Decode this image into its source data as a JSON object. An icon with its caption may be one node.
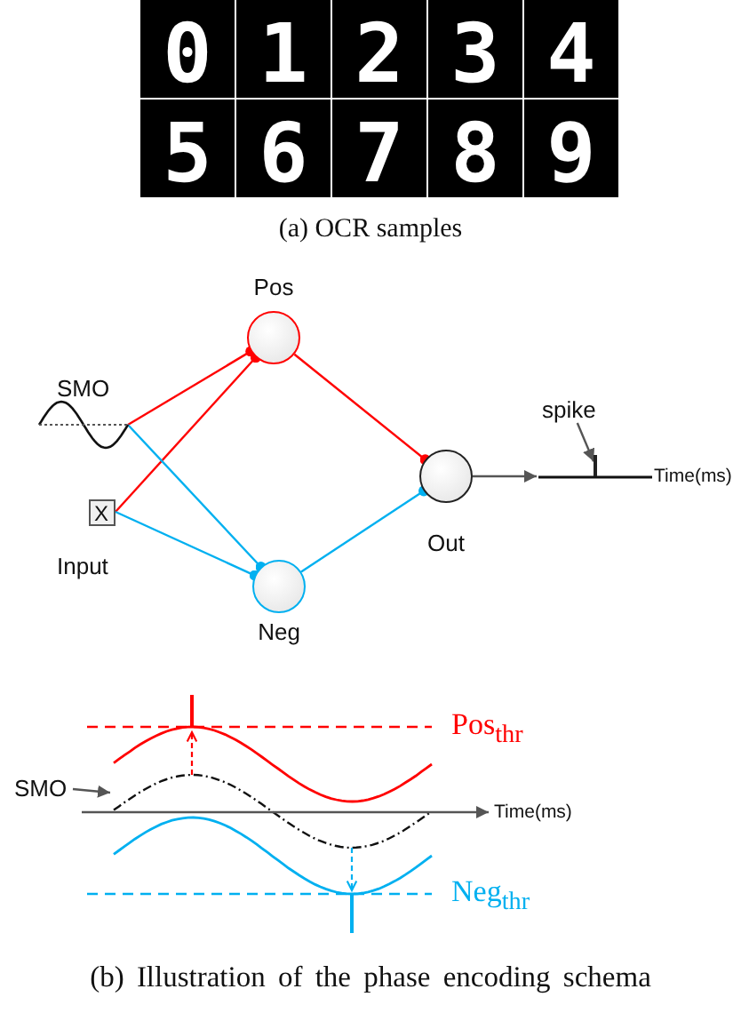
{
  "diagram": {
    "nodes": [
      {
        "text": [
          "SMO"
        ]
      },
      {
        "text": [
          "X"
        ],
        "beside": [
          "Input"
        ]
      },
      {
        "text": [
          "Pos"
        ]
      },
      {
        "text": [
          "Neg"
        ]
      },
      {
        "text": [
          "Out"
        ]
      },
      {
        "text": [
          "Time(ms)"
        ]
      },
      {
        "text": [
          "spike"
        ]
      },
      {
        "text": [],
        "shape": "bar"
      },
      {
        "text": [
          "SMO"
        ]
      },
      {
        "text": [],
        "shape": "curve"
      }
    ],
    "edges": [
      {
        "from": 0,
        "to": 2,
        "arrow": "other",
        "color": "#ff0000"
      },
      {
        "from": 1,
        "to": 2,
        "arrow": "other",
        "color": "#ff0000"
      },
      {
        "from": 0,
        "to": 3,
        "arrow": "other",
        "color": "#00b0f0"
      },
      {
        "from": 1,
        "to": 3,
        "arrow": "other",
        "color": "#00b0f0"
      },
      {
        "from": 2,
        "to": 4,
        "arrow": "other",
        "color": "#ff0000"
      },
      {
        "from": 3,
        "to": 4,
        "arrow": "other",
        "color": "#00b0f0"
      },
      {
        "from": 4,
        "to": 5,
        "arrow": "to",
        "color": "#555555"
      },
      {
        "from": 6,
        "to": 7,
        "arrow": "to",
        "color": "#555555"
      },
      {
        "from": 8,
        "to": 9,
        "arrow": "to",
        "color": "#555555"
      }
    ],
    "labels": [
      "0",
      "1",
      "2",
      "3",
      "4",
      "5",
      "6",
      "7",
      "8",
      "9",
      "(a) OCR samples",
      "Pos$_{thr}$",
      "Time(ms)",
      "Neg$_{thr}$",
      "(b) Illustration of the phase encoding schema"
    ]
  }
}
